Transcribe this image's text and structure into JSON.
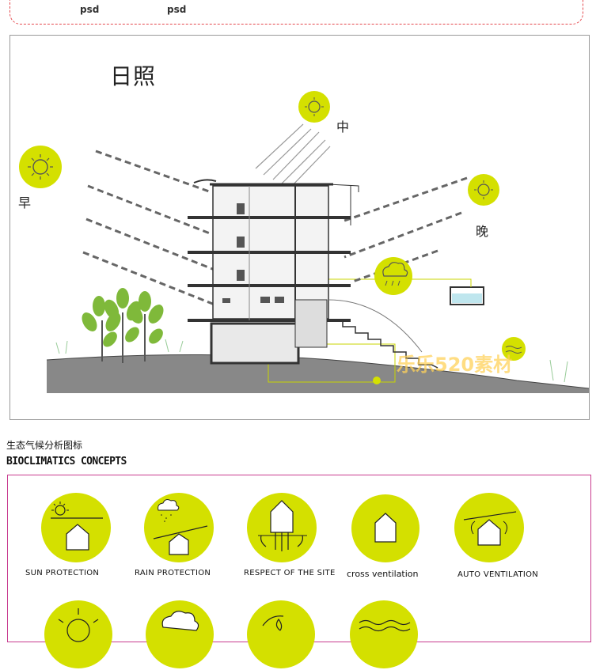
{
  "top": {
    "psd_1": "psd",
    "psd_2": "psd"
  },
  "sunlight_panel": {
    "title": "日照",
    "label_morning": "早",
    "label_noon": "中",
    "label_evening": "晚",
    "watermark": "乐乐520素材"
  },
  "section": {
    "title_cn": "生态气候分析图标",
    "title_en": "BIOCLIMATICS CONCEPTS"
  },
  "concepts": [
    {
      "label": "SUN PROTECTION",
      "icon": "sun-protection-icon"
    },
    {
      "label": "RAIN PROTECTION",
      "icon": "rain-protection-icon"
    },
    {
      "label": "RESPECT OF THE SITE",
      "icon": "respect-of-site-icon"
    },
    {
      "label": "cross ventilation",
      "icon": "cross-ventilation-icon"
    },
    {
      "label": "AUTO VENTILATION",
      "icon": "auto-ventilation-icon"
    }
  ],
  "colors": {
    "accent_lime": "#d4e000",
    "frame_red": "#e5484d",
    "frame_magenta": "#c83b8f"
  }
}
